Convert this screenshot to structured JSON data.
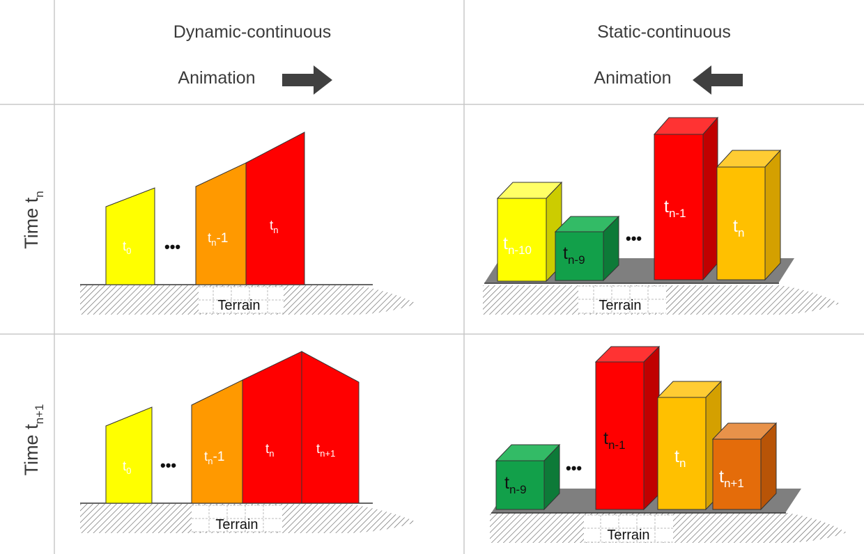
{
  "headers": {
    "dynamic_title": "Dynamic-continuous",
    "dynamic_animation": "Animation",
    "static_title": "Static-continuous",
    "static_animation": "Animation"
  },
  "rows": {
    "row1": {
      "base": "Time t",
      "sub": "n"
    },
    "row2": {
      "base": "Time t",
      "sub": "n+1"
    }
  },
  "terrain_label": "Terrain",
  "ellipsis": "•••",
  "labels": {
    "t0": {
      "base": "t",
      "sub": "0"
    },
    "tn_minus_1": {
      "base": "t",
      "sub": "n",
      "post": "-1"
    },
    "tn": {
      "base": "t",
      "sub": "n"
    },
    "tn_plus_1": {
      "base": "t",
      "sub": "n+1"
    },
    "tn_minus_10": {
      "base": "t",
      "sub": "n-10"
    },
    "tn_minus_9": {
      "base": "t",
      "sub": "n-9"
    },
    "tn_minus_1_box": {
      "base": "t",
      "sub": "n-1"
    }
  },
  "colors": {
    "yellow": "#ffff00",
    "orange": "#ff9900",
    "red": "#ff0000",
    "green": "#12a04a",
    "amber": "#ffc000",
    "dark_orange": "#e46c0a",
    "arrow": "#404040",
    "grid": "#c8c8c8"
  }
}
